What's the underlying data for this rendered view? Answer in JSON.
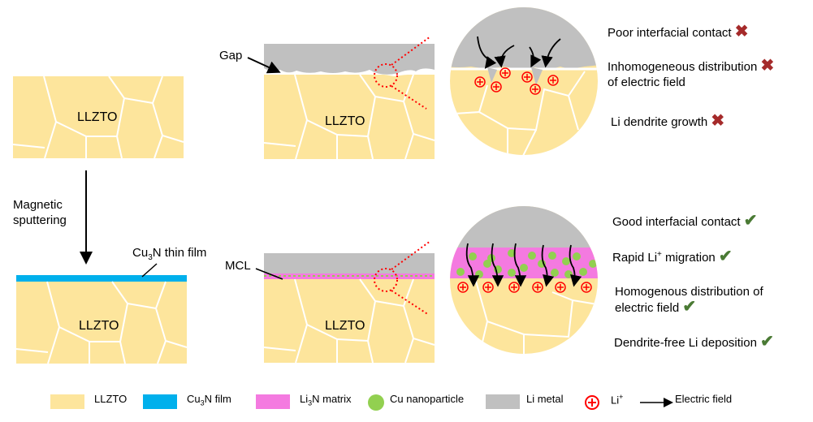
{
  "colors": {
    "llzto": "#fde59c",
    "cu3n": "#00b0ec",
    "li3n": "#f47ae0",
    "cu_np": "#92d050",
    "li_metal": "#c0c0c0",
    "li_ion": "#ff0000",
    "cross": "#a52a2a",
    "check": "#4a7a34",
    "grain_boundary": "#ffffff"
  },
  "panels": {
    "pristine": {
      "label": "LLZTO"
    },
    "process": {
      "line1": "Magnetic",
      "line2": "sputtering"
    },
    "coated": {
      "label": "LLZTO",
      "film_label_pre": "Cu",
      "film_label_sub": "3",
      "film_label_post": "N thin film"
    },
    "gap_cell": {
      "label": "LLZTO",
      "callout": "Gap"
    },
    "mcl_cell": {
      "label": "LLZTO",
      "callout": "MCL"
    }
  },
  "bad_outcomes": [
    {
      "text": "Poor interfacial contact",
      "mark": "✖"
    },
    {
      "text": "Inhomogeneous distribution",
      "text2": "of electric field",
      "mark": "✖"
    },
    {
      "text": "Li dendrite growth",
      "mark": "✖"
    }
  ],
  "good_outcomes": [
    {
      "text": "Good interfacial contact",
      "mark": "✔"
    },
    {
      "text_pre": "Rapid Li",
      "sup": "+",
      "text_post": " migration",
      "mark": "✔"
    },
    {
      "text": "Homogenous distribution of",
      "text2": "electric field",
      "mark": "✔"
    },
    {
      "text": "Dendrite-free Li deposition",
      "mark": "✔"
    }
  ],
  "legend": [
    {
      "name": "LLZTO"
    },
    {
      "pre": "Cu",
      "sub": "3",
      "post": "N film"
    },
    {
      "pre": "Li",
      "sub": "3",
      "post": "N matrix"
    },
    {
      "name": "Cu nanoparticle"
    },
    {
      "name": "Li metal"
    },
    {
      "pre": "Li",
      "sup": "+"
    },
    {
      "name": "Electric field"
    }
  ]
}
